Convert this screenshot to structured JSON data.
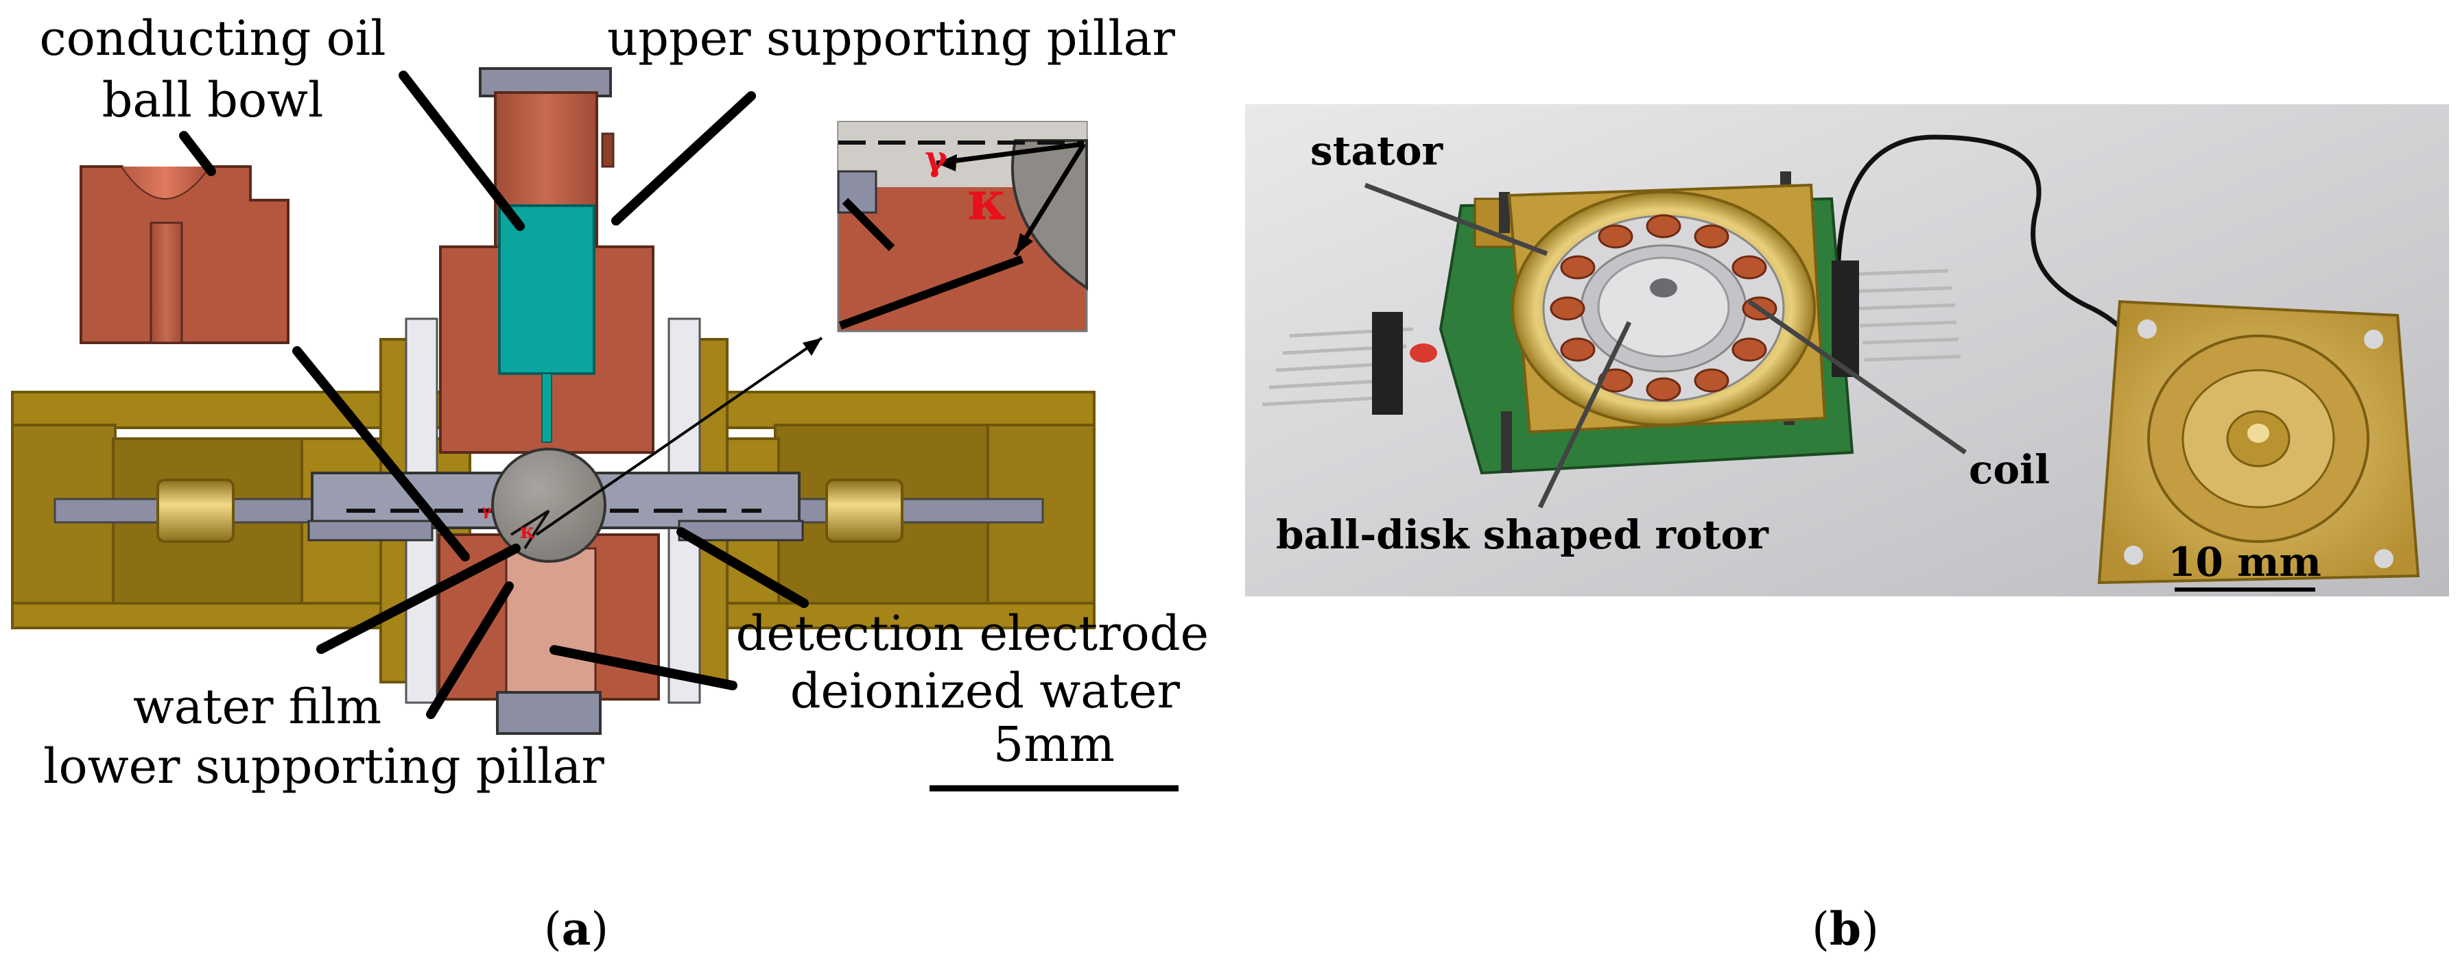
{
  "panel_a": {
    "labels": {
      "conducting_oil": "conducting oil",
      "ball_bowl": "ball bowl",
      "upper_pillar": "upper supporting pillar",
      "detection_electrode": "detection electrode",
      "deionized_water": "deionized water",
      "scale": "5mm",
      "water_film": "water film",
      "lower_pillar": "lower supporting pillar",
      "gamma": "γ",
      "kappa": "κ"
    },
    "caption_letter": "a"
  },
  "panel_b": {
    "labels": {
      "stator": "stator",
      "coil": "coil",
      "rotor": "ball-disk shaped rotor",
      "scale": "10 mm"
    },
    "caption_letter": "b"
  },
  "colors": {
    "copper": "#b5573f",
    "copper_dark": "#8d3f2c",
    "brass": "#a58418",
    "brass_dark": "#6e560c",
    "teal": "#0aa59f",
    "steel": "#8c8fa3",
    "ball_gray": "#8e8a85",
    "symbol_red": "#e8101a"
  }
}
